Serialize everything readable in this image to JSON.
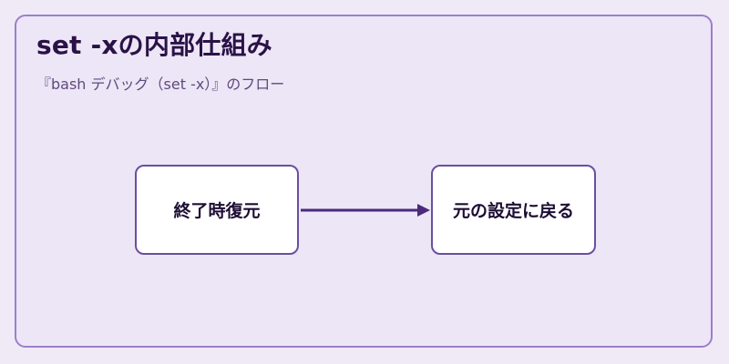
{
  "diagram": {
    "title": "set -xの内部仕組み",
    "subtitle": "『bash デバッグ（set -x）』のフロー",
    "nodes": [
      {
        "id": "restore-on-exit",
        "label": "終了時復元"
      },
      {
        "id": "return-to-original",
        "label": "元の設定に戻る"
      }
    ],
    "edges": [
      {
        "from": "restore-on-exit",
        "to": "return-to-original"
      }
    ],
    "colors": {
      "background": "#f0eaf7",
      "frame_border": "#9b7fcb",
      "node_border": "#6a4fa0",
      "arrow": "#4b2a7b",
      "title": "#2a1247"
    }
  }
}
